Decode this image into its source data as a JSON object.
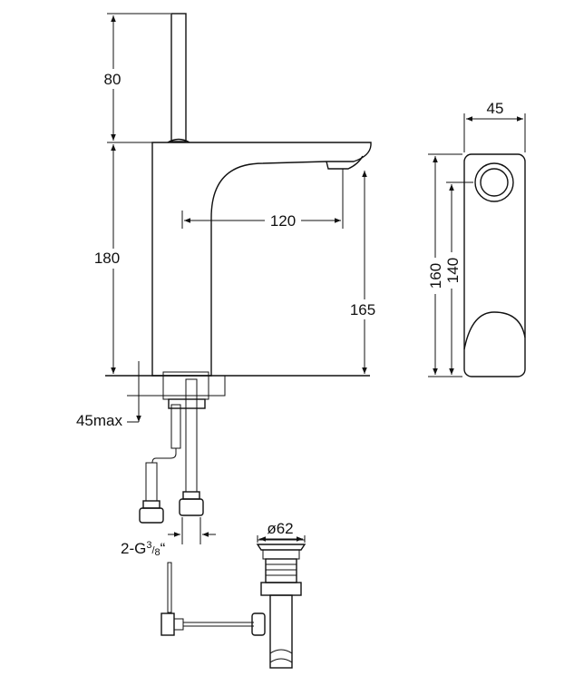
{
  "colors": {
    "stroke": "#111111",
    "background": "#ffffff"
  },
  "dimensions": {
    "lever_height": "80",
    "body_height": "180",
    "spout_reach": "120",
    "spout_height": "165",
    "side_width": "45",
    "side_height_outer": "160",
    "side_height_inner": "140",
    "max_deck_thickness": "45max",
    "connection_prefix": "2-G",
    "connection_num": "3",
    "connection_den": "8",
    "connection_suffix": "“",
    "waste_diameter": "ø62"
  }
}
